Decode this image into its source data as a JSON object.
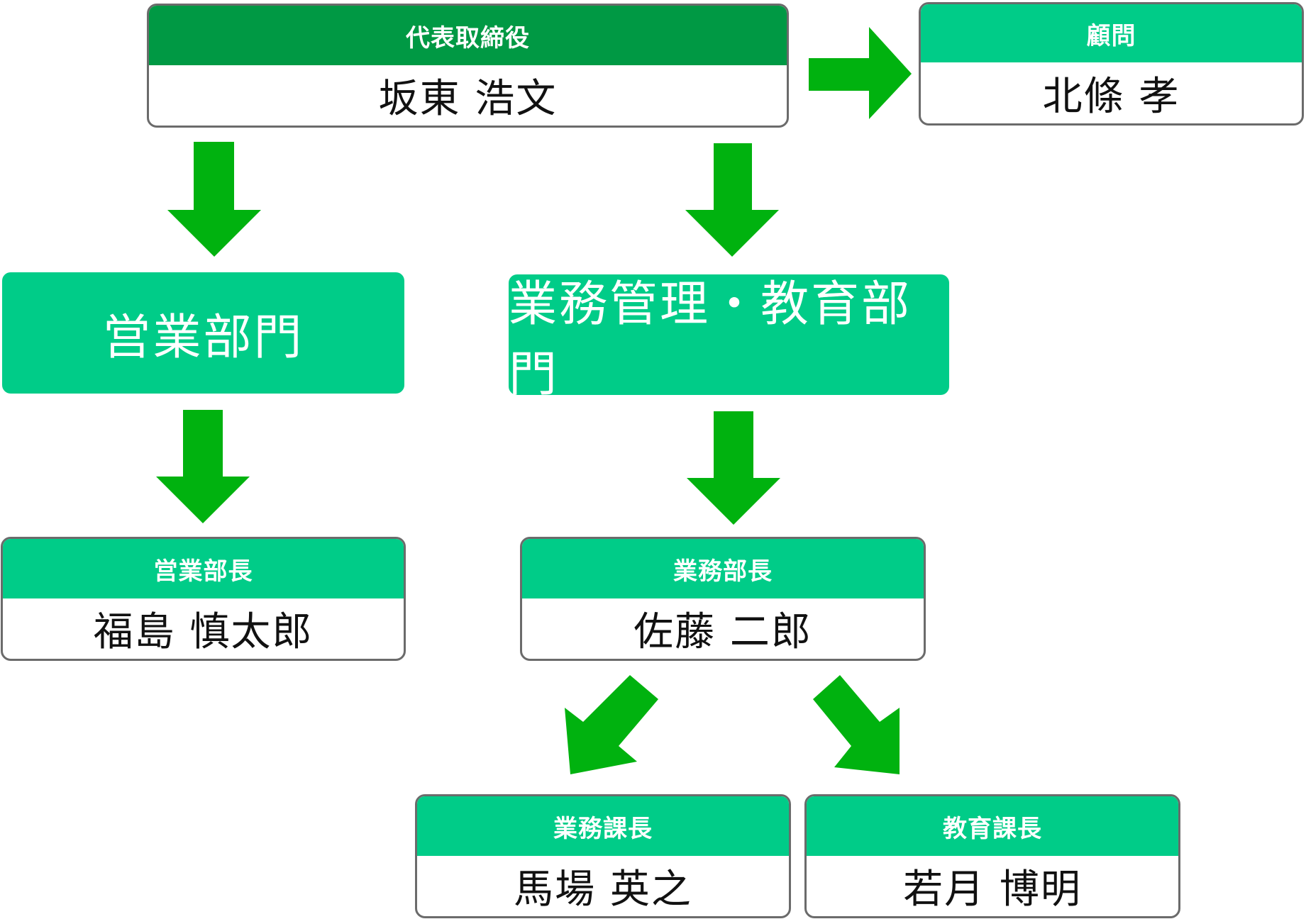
{
  "colors": {
    "header_dark": "#009944",
    "header_light": "#00CC88",
    "arrow": "#00B20F",
    "name_text": "#111111",
    "border": "#6B6B6B"
  },
  "ceo": {
    "role": "代表取締役",
    "name": "坂東 浩文"
  },
  "advisor": {
    "role": "顧問",
    "name": "北條 孝"
  },
  "departments": {
    "sales": "営業部門",
    "operations_education": "業務管理・教育部門"
  },
  "sales_manager": {
    "role": "営業部長",
    "name": "福島 慎太郎"
  },
  "operations_manager": {
    "role": "業務部長",
    "name": "佐藤 二郎"
  },
  "operations_section_chief": {
    "role": "業務課長",
    "name": "馬場 英之"
  },
  "education_section_chief": {
    "role": "教育課長",
    "name": "若月 博明"
  }
}
